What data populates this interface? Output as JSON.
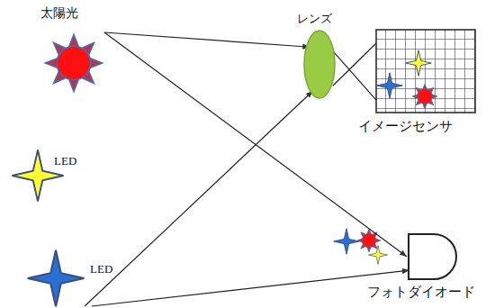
{
  "diagram": {
    "nodes": [
      {
        "text": [
          "太陽光"
        ]
      },
      {
        "text": [
          "LED"
        ]
      },
      {
        "text": [
          "LED"
        ]
      },
      {
        "text": [
          "レンズ"
        ]
      },
      {
        "text": [
          "イメージセンサ"
        ]
      },
      {
        "text": [
          "フォトダイオード"
        ]
      }
    ],
    "edges": [
      {
        "from": 0,
        "to": 3,
        "arrow": "to"
      },
      {
        "from": 0,
        "to": 5,
        "arrow": "to"
      },
      {
        "from": 2,
        "to": 3,
        "arrow": "to"
      },
      {
        "from": 2,
        "to": 5,
        "arrow": "to"
      },
      {
        "from": 3,
        "to": 4,
        "arrow": "none"
      }
    ]
  }
}
